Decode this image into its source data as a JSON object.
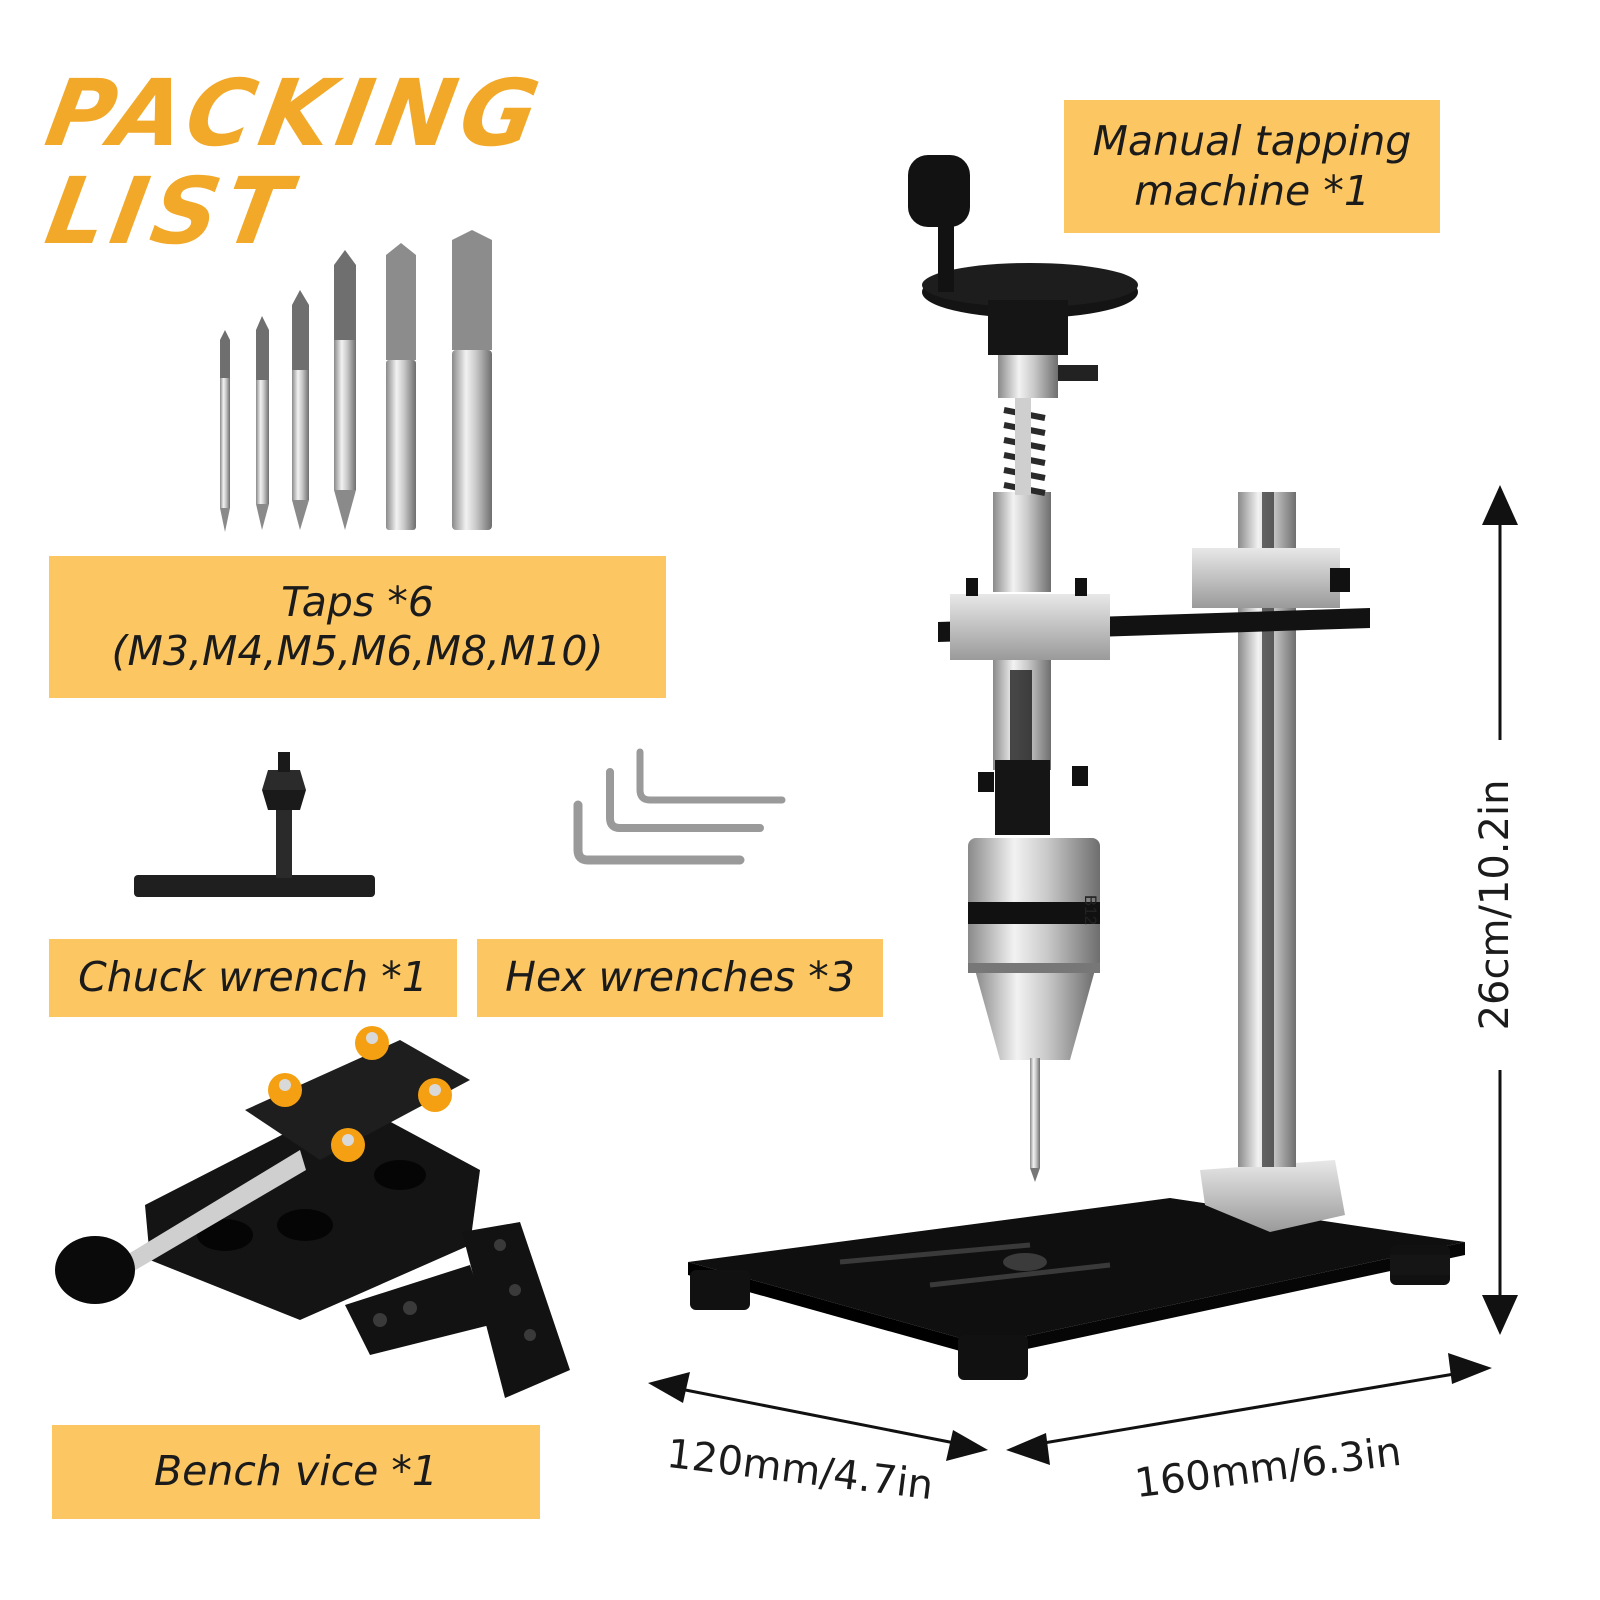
{
  "title": {
    "line1": "PACKING",
    "line2": "LIST"
  },
  "labels": {
    "tapping_machine": {
      "line1": "Manual tapping",
      "line2": "machine *1"
    },
    "taps": {
      "line1": "Taps *6",
      "line2": "(M3,M4,M5,M6,M8,M10)"
    },
    "chuck_wrench": "Chuck wrench *1",
    "hex_wrenches": "Hex wrenches *3",
    "bench_vice": "Bench vice *1"
  },
  "dimensions": {
    "height": "26cm/10.2in",
    "depth": "120mm/4.7in",
    "width": "160mm/6.3in"
  },
  "chuck_marking": "B12",
  "colors": {
    "title": "#F2A92A",
    "label_bg": "#FCC763",
    "text": "#1b1b1b"
  }
}
